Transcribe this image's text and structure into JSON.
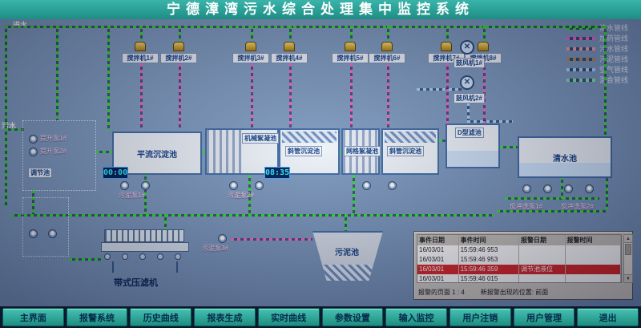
{
  "title": "宁德漳湾污水综合处理集中监控系统",
  "labels": {
    "inlet": "进水",
    "sewage": "污水"
  },
  "legend": [
    {
      "label": "清水管线",
      "color": "#2ee52e"
    },
    {
      "label": "加药管线",
      "color": "#ff5fd0"
    },
    {
      "label": "污水管线",
      "color": "#ff9fb0"
    },
    {
      "label": "污泥管线",
      "color": "#b98a55"
    },
    {
      "label": "空气管线",
      "color": "#a8d8ff"
    },
    {
      "label": "混合管线",
      "color": "#7fe8b0"
    }
  ],
  "mixers": [
    "搅拌机1#",
    "搅拌机2#",
    "搅拌机3#",
    "搅拌机4#",
    "搅拌机5#",
    "搅拌机6#",
    "搅拌机7#",
    "搅拌机8#"
  ],
  "tanks": {
    "regulating": "调节池",
    "horizontal_sed": "平流沉淀池",
    "mech_floc": "机械絮凝池",
    "inclined_sed_1": "斜管沉淀池",
    "grid_floc": "网格絮凝池",
    "inclined_sed_2": "斜管沉淀池",
    "d_filter": "D型滤池",
    "clear_water": "清水池",
    "sludge": "污泥池",
    "belt_press": "带式压滤机"
  },
  "pumps": {
    "lift1": "提升泵1#",
    "lift2": "提升泵2#",
    "sludge1": "污泥泵1#",
    "sludge2": "污泥泵2#",
    "sludge3": "污泥泵3#",
    "backwash1": "反冲洗泵1#",
    "backwash2": "反冲洗泵2#"
  },
  "blowers": [
    "鼓风机1#",
    "鼓风机2#"
  ],
  "timers": [
    "00:00",
    "08:35"
  ],
  "alarm_panel": {
    "headers": [
      "事件日期",
      "事件时间",
      "报警日期",
      "报警时间"
    ],
    "rows": [
      {
        "cells": [
          "16/03/01",
          "15:59:46 953",
          "",
          ""
        ],
        "alarm": false
      },
      {
        "cells": [
          "16/03/01",
          "15:59:46 953",
          "",
          ""
        ],
        "alarm": false
      },
      {
        "cells": [
          "16/03/01",
          "15:59:46 359",
          "调节池液位",
          ""
        ],
        "alarm": true
      },
      {
        "cells": [
          "16/03/01",
          "15:59:46 015",
          "",
          ""
        ],
        "alarm": false
      }
    ],
    "footer_left": "报警的页面 1 : 4",
    "footer_right": "新报警出现的位置: 前面"
  },
  "toolbar": [
    "主界面",
    "报警系统",
    "历史曲线",
    "报表生成",
    "实时曲线",
    "参数设置",
    "输入监控",
    "用户注销",
    "用户管理",
    "退出"
  ]
}
